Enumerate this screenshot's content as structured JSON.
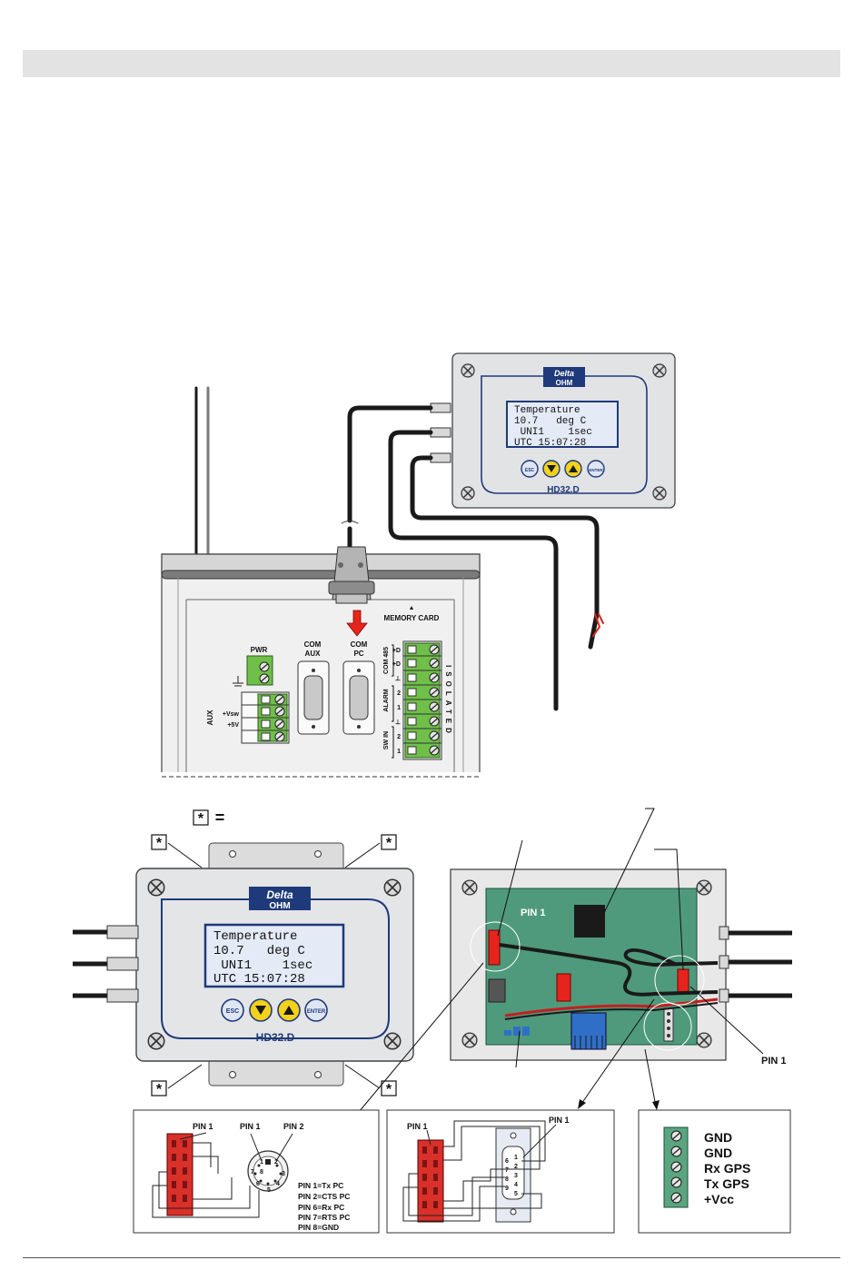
{
  "logo": {
    "line1": "Delta",
    "line2": "OHM"
  },
  "device": {
    "model": "HD32.D",
    "display_lines": [
      "Temperature",
      "10.7   deg C",
      " UNI1    1sec",
      "UTC 15:07:28"
    ],
    "keys": {
      "esc": "ESC",
      "enter": "ENTER"
    }
  },
  "panel": {
    "pwr": "PWR",
    "aux": "AUX",
    "com_aux": [
      "COM",
      "AUX"
    ],
    "com_pc": [
      "COM",
      "PC"
    ],
    "memory_card": "MEMORY CARD",
    "aux_terms": [
      "+Vsw",
      "+5V"
    ],
    "right_terms": [
      "+D",
      "+D",
      "⊥",
      "2",
      "1",
      "⊥",
      "2",
      "1"
    ],
    "right_groups": {
      "com485": "COM 485",
      "alarm": "ALARM",
      "sw_in": "SW IN"
    },
    "isolated": "ISOLATED"
  },
  "star_legend": "=",
  "inner": {
    "pin1_top": "PIN 1",
    "pin1_bottom": "PIN 1"
  },
  "detail1": {
    "labels": [
      "PIN 1",
      "PIN 1",
      "PIN 2"
    ],
    "pinmap": [
      "PIN 1=Tx PC",
      "PIN 2=CTS PC",
      "PIN 6=Rx PC",
      "PIN 7=RTS PC",
      "PIN 8=GND"
    ]
  },
  "detail2": {
    "labels": [
      "PIN 1",
      "PIN 1"
    ],
    "db9_left": [
      "6",
      "7",
      "8",
      "9"
    ],
    "db9_right": [
      "1",
      "2",
      "3",
      "4",
      "5"
    ]
  },
  "detail3": {
    "terms": [
      "GND",
      "GND",
      "Rx GPS",
      "Tx GPS",
      "+Vcc"
    ]
  }
}
